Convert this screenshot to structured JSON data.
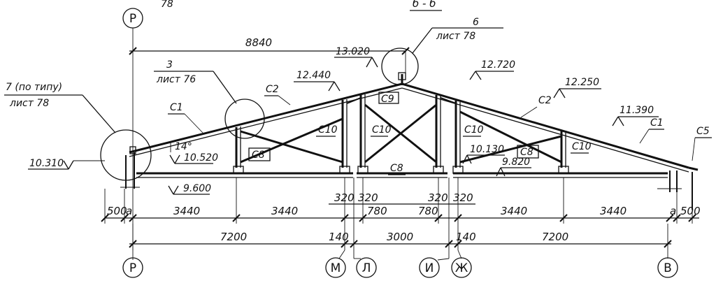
{
  "section_title": "б - б",
  "header_fragment": "78",
  "callouts": {
    "node7_title": "7 (по типу)",
    "node7_sheet": "лист 78",
    "node3_title": "3",
    "node3_sheet": "лист 76",
    "node6_title": "6",
    "node6_sheet": "лист 78"
  },
  "members": {
    "chord1_left": "С1",
    "chord2_left": "С2",
    "chord1_right": "С1",
    "chord2_right": "С2",
    "post5": "С5",
    "post9": "С9",
    "web8_left": "С8",
    "web8_mid": "С8",
    "web8_right": "С8",
    "web10_a": "С10",
    "web10_b": "С10",
    "web10_c": "С10",
    "web10_d": "С10"
  },
  "elevations": {
    "e13020": "13.020",
    "e12720": "12.720",
    "e12440": "12.440",
    "e12250": "12.250",
    "e11390": "11.390",
    "e10520": "10.520",
    "e10310": "10.310",
    "e10130": "10.130",
    "e9820": "9.820",
    "e9600": "9.600"
  },
  "angle": "14°",
  "dims_top": {
    "span_to_ridge": "8840"
  },
  "dims_row1": {
    "d500_l": "500",
    "a_l": "a",
    "d3440_1": "3440",
    "d3440_2": "3440",
    "d320_1": "320",
    "d320_2": "320",
    "d780_l": "780",
    "d780_r": "780",
    "d320_3": "320",
    "d320_4": "320",
    "d3440_3": "3440",
    "d3440_4": "3440",
    "a_r": "a",
    "d500_r": "500"
  },
  "dims_row2": {
    "d7200_l": "7200",
    "d140_l": "140",
    "d3000": "3000",
    "d140_r": "140",
    "d7200_r": "7200"
  },
  "axes": {
    "top_left": "Р",
    "bottom_left": "Р",
    "m": "М",
    "l": "Л",
    "i": "И",
    "zh": "Ж",
    "v": "В"
  }
}
